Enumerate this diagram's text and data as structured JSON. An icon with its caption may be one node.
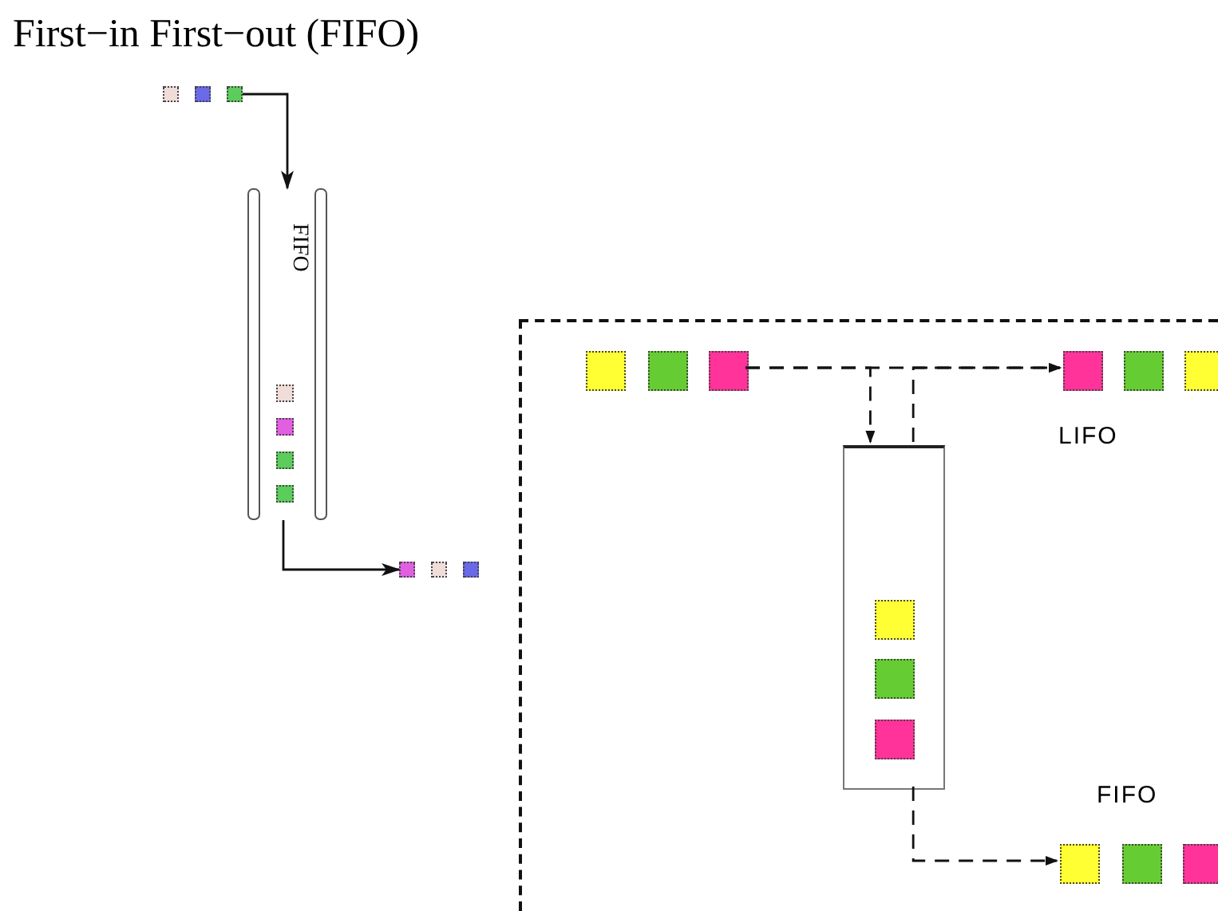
{
  "diagram": {
    "title": "First−in First−out (FIFO)",
    "nodes": [
      {
        "text": [],
        "shape": "box"
      },
      {
        "text": [],
        "shape": "box"
      },
      {
        "text": [],
        "shape": "box"
      },
      {
        "text": [
          "FIFO"
        ]
      },
      {
        "text": [],
        "shape": "box",
        "in": 3
      },
      {
        "text": [],
        "shape": "box",
        "in": 3
      },
      {
        "text": [],
        "shape": "box",
        "in": 3
      },
      {
        "text": [],
        "shape": "box",
        "in": 3
      },
      {
        "text": [],
        "shape": "box"
      },
      {
        "text": [],
        "shape": "box"
      },
      {
        "text": [],
        "shape": "box"
      },
      {
        "text": [],
        "shape": "box"
      },
      {
        "text": [],
        "shape": "box",
        "in": 11
      },
      {
        "text": [],
        "shape": "box",
        "in": 11
      },
      {
        "text": [],
        "shape": "box",
        "in": 11
      },
      {
        "text": [],
        "shape": "box",
        "in": 11
      },
      {
        "text": [],
        "shape": "box",
        "in": 15
      },
      {
        "text": [],
        "shape": "box",
        "in": 15
      },
      {
        "text": [],
        "shape": "box",
        "in": 15
      },
      {
        "text": [],
        "shape": "box",
        "in": 11
      },
      {
        "text": [],
        "shape": "box",
        "in": 11
      },
      {
        "text": [],
        "shape": "box",
        "in": 11
      },
      {
        "text": [],
        "shape": "box",
        "in": 11
      },
      {
        "text": [],
        "shape": "box",
        "in": 11
      },
      {
        "text": [],
        "shape": "box",
        "in": 11
      }
    ],
    "edges": [
      {
        "from": 2,
        "to": 3,
        "arrow": "to"
      },
      {
        "from": 3,
        "to": 8,
        "arrow": "to"
      },
      {
        "from": 14,
        "to": 15,
        "arrow": "to",
        "style": "dashed"
      },
      {
        "from": 14,
        "to": 19,
        "arrow": "to",
        "style": "dashed"
      },
      {
        "from": 15,
        "to": 19,
        "arrow": "to",
        "style": "dashed"
      },
      {
        "from": 15,
        "to": 22,
        "arrow": "to",
        "style": "dashed"
      }
    ],
    "labels": [
      "LIFO",
      "FIFO"
    ]
  }
}
